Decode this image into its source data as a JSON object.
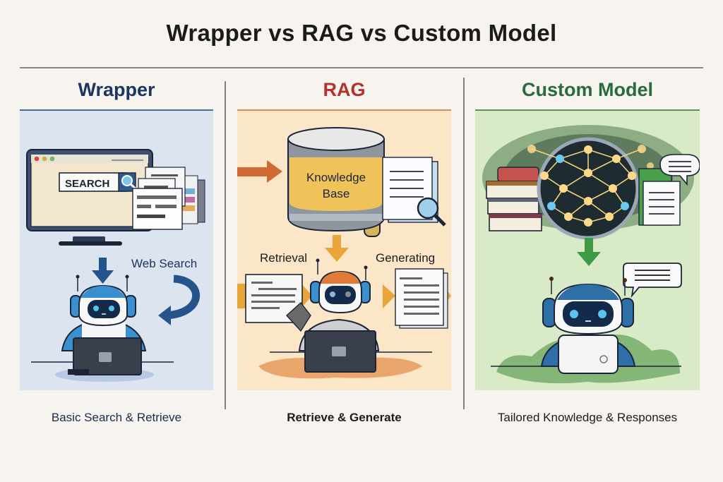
{
  "title": "Wrapper vs RAG vs Custom Model",
  "colors": {
    "wrapper": "#1d3560",
    "rag": "#b5322c",
    "custom": "#2a6a3c",
    "wrapper_panel": "#dce4f0",
    "rag_panel": "#fbe6c8",
    "custom_panel": "#d9ebc6"
  },
  "columns": [
    {
      "title": "Wrapper",
      "illustration": {
        "search_label": "SEARCH",
        "arrow_label": "Web Search",
        "icons": [
          "browser-window-icon",
          "magnifier-icon",
          "document-stack-icon",
          "down-arrow-icon",
          "curved-arrow-icon",
          "robot-icon",
          "laptop-icon"
        ]
      },
      "caption": "Basic Search & Retrieve"
    },
    {
      "title": "RAG",
      "illustration": {
        "database_label_line1": "Knowledge",
        "database_label_line2": "Base",
        "left_label": "Retrieval",
        "right_label": "Generating",
        "icons": [
          "database-icon",
          "document-icon",
          "magnifier-icon",
          "right-arrow-icon",
          "down-arrow-icon",
          "robot-icon",
          "laptop-icon",
          "pen-icon"
        ]
      },
      "caption": "Retrieve & Generate"
    },
    {
      "title": "Custom Model",
      "illustration": {
        "icons": [
          "neural-network-icon",
          "books-icon",
          "document-icon",
          "speech-bubble-icon",
          "down-arrow-icon",
          "robot-icon"
        ]
      },
      "caption": "Tailored Knowledge & Responses"
    }
  ]
}
